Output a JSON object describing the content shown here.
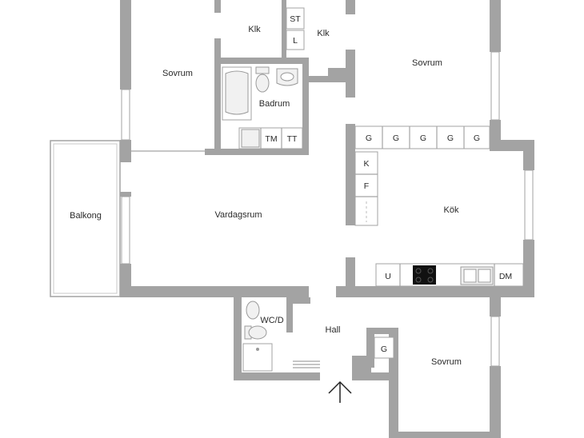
{
  "rooms": {
    "sovrum_nw": "Sovrum",
    "klk_1": "Klk",
    "klk_2": "Klk",
    "sovrum_ne": "Sovrum",
    "badrum": "Badrum",
    "balkong": "Balkong",
    "vardagsrum": "Vardagsrum",
    "kok": "Kök",
    "wc": "WC/D",
    "hall": "Hall",
    "sovrum_se": "Sovrum"
  },
  "fixtures": {
    "st": "ST",
    "l": "L",
    "tm": "TM",
    "tt": "TT",
    "k": "K",
    "f": "F",
    "u": "U",
    "dm": "DM",
    "hall_g": "G",
    "kitchen_g": [
      "G",
      "G",
      "G",
      "G",
      "G"
    ]
  },
  "colors": {
    "wall": "#a3a3a3",
    "background": "#ffffff"
  }
}
